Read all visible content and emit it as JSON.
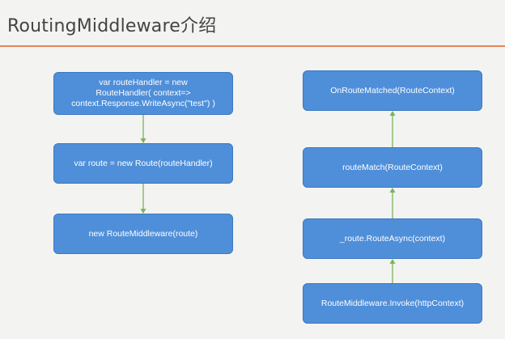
{
  "slide": {
    "title": "RoutingMiddleware介绍"
  },
  "left_flow": {
    "node1": "var routeHandler = new\nRouteHandler( context=>\ncontext.Response.WriteAsync(\"test\") )",
    "node2": "var route = new Route(routeHandler)",
    "node3": "new RouteMiddleware(route)"
  },
  "right_flow": {
    "node1": "OnRouteMatched(RouteContext)",
    "node2": "routeMatch(RouteContext)",
    "node3": "_route.RouteAsync(context)",
    "node4": "RouteMiddleware.Invoke(httpContext)"
  },
  "colors": {
    "node_fill": "#4f8fd9",
    "accent_rule": "#e8845c",
    "arrow": "#7ab45a"
  }
}
